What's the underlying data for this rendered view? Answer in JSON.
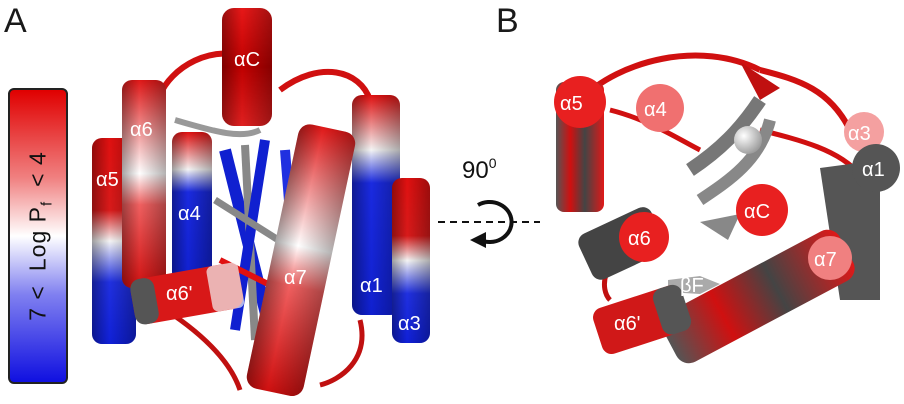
{
  "panels": {
    "a": "A",
    "b": "B"
  },
  "colorbar": {
    "lower_bound": "7 <",
    "quantity": "Log P",
    "quantity_subscript": "f",
    "upper_bound": "< 4",
    "colors": {
      "high": "#e00000",
      "mid": "#ffffff",
      "low": "#1010e0"
    }
  },
  "rotation": {
    "angle": "90",
    "unit": "0"
  },
  "panel_a_labels": {
    "aC": "αC",
    "a6": "α6",
    "a5": "α5",
    "a4": "α4",
    "a7": "α7",
    "a1": "α1",
    "a6p": "α6'",
    "a3": "α3"
  },
  "panel_b_labels": {
    "a5": "α5",
    "a4": "α4",
    "a3": "α3",
    "a1": "α1",
    "a6": "α6",
    "aC": "αC",
    "a7": "α7",
    "bF": "βF",
    "a6p": "α6'"
  }
}
